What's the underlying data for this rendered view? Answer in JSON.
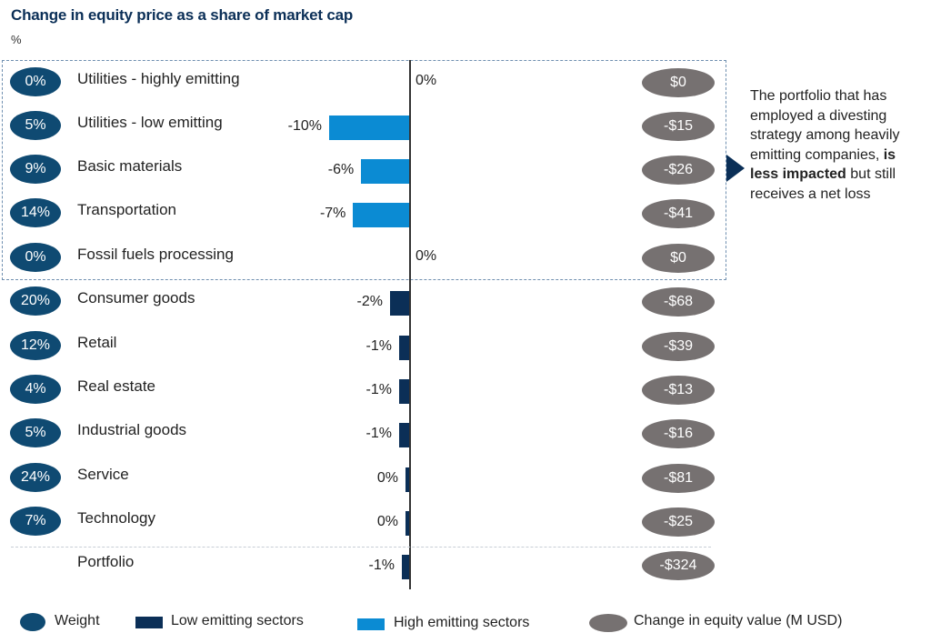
{
  "header": {
    "title": "Change in equity price as a share of market cap",
    "unit": "%"
  },
  "colors": {
    "weight": "#0f4a72",
    "low_emitting": "#0b2f57",
    "high_emitting": "#0b8bd3",
    "equity_value": "#767171",
    "title": "#0b2f57"
  },
  "rows": [
    {
      "weight": "0%",
      "label": "Utilities - highly emitting",
      "pct": "0%",
      "value": "$0"
    },
    {
      "weight": "5%",
      "label": "Utilities - low emitting",
      "pct": "-10%",
      "value": "-$15"
    },
    {
      "weight": "9%",
      "label": "Basic materials",
      "pct": "-6%",
      "value": "-$26"
    },
    {
      "weight": "14%",
      "label": "Transportation",
      "pct": "-7%",
      "value": "-$41"
    },
    {
      "weight": "0%",
      "label": "Fossil fuels processing",
      "pct": "0%",
      "value": "$0"
    },
    {
      "weight": "20%",
      "label": "Consumer goods",
      "pct": "-2%",
      "value": "-$68"
    },
    {
      "weight": "12%",
      "label": "Retail",
      "pct": "-1%",
      "value": "-$39"
    },
    {
      "weight": "4%",
      "label": "Real estate",
      "pct": "-1%",
      "value": "-$13"
    },
    {
      "weight": "5%",
      "label": "Industrial goods",
      "pct": "-1%",
      "value": "-$16"
    },
    {
      "weight": "24%",
      "label": "Service",
      "pct": "0%",
      "value": "-$81"
    },
    {
      "weight": "7%",
      "label": "Technology",
      "pct": "0%",
      "value": "-$25"
    },
    {
      "weight": "",
      "label": "Portfolio",
      "pct": "-1%",
      "value": "-$324"
    }
  ],
  "callout": {
    "text_before": "The portfolio that has employed a divesting strategy among heavily emitting companies, ",
    "text_bold": "is less impacted",
    "text_after": " but still receives a net loss"
  },
  "legend": {
    "weight": "Weight",
    "low": "Low emitting sectors",
    "high": "High emitting sectors",
    "value": "Change in equity value (M USD)"
  },
  "chart_data": {
    "type": "bar",
    "orientation": "horizontal",
    "title": "Change in equity price as a share of market cap",
    "xlabel": "",
    "ylabel": "%",
    "categories": [
      "Utilities - highly emitting",
      "Utilities - low emitting",
      "Basic materials",
      "Transportation",
      "Fossil fuels processing",
      "Consumer goods",
      "Retail",
      "Real estate",
      "Industrial goods",
      "Service",
      "Technology",
      "Portfolio"
    ],
    "series": [
      {
        "name": "Change in equity price (%)",
        "values": [
          0,
          -10,
          -6,
          -7,
          0,
          -2,
          -1,
          -1,
          -1,
          0,
          0,
          -1
        ]
      },
      {
        "name": "Weight (%)",
        "values": [
          0,
          5,
          9,
          14,
          0,
          20,
          12,
          4,
          5,
          24,
          7,
          null
        ]
      },
      {
        "name": "Change in equity value (M USD)",
        "values": [
          0,
          -15,
          -26,
          -41,
          0,
          -68,
          -39,
          -13,
          -16,
          -81,
          -25,
          -324
        ]
      }
    ],
    "sector_group": [
      "high",
      "high",
      "high",
      "high",
      "high",
      "low",
      "low",
      "low",
      "low",
      "low",
      "low",
      "low"
    ],
    "legend": [
      "Weight",
      "Low emitting sectors",
      "High emitting sectors",
      "Change in equity value (M USD)"
    ],
    "legend_position": "bottom",
    "annotations": [
      "The portfolio that has employed a divesting strategy among heavily emitting companies, is less impacted but still receives a net loss"
    ],
    "grid": false
  }
}
